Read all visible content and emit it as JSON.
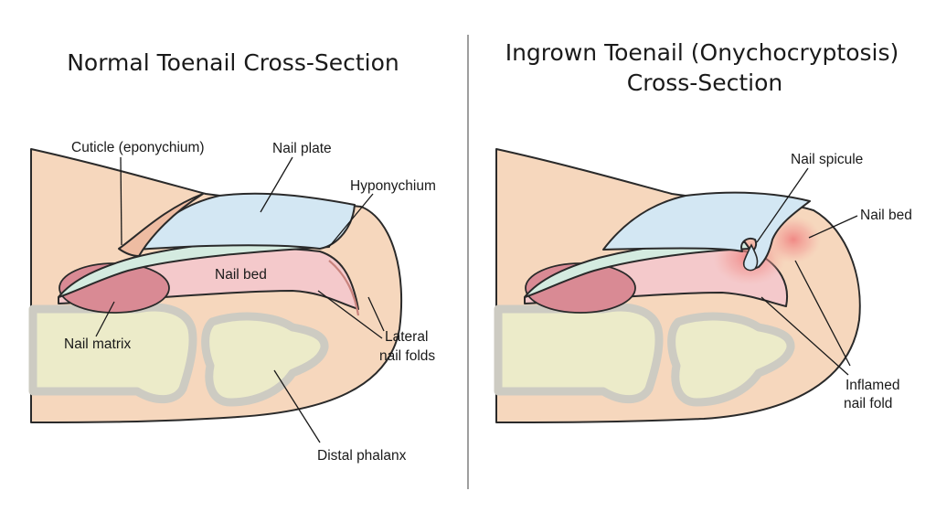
{
  "panels": {
    "normal": {
      "title": "Normal Toenail Cross-Section",
      "labels": {
        "cuticle": "Cuticle (eponychium)",
        "nail_plate": "Nail plate",
        "hyponychium": "Hyponychium",
        "nail_bed": "Nail bed",
        "nail_matrix": "Nail matrix",
        "lateral_line1": "Lateral",
        "lateral_line2": "nail folds",
        "distal_phalanx": "Distal phalanx"
      }
    },
    "ingrown": {
      "title_line1": "Ingrown Toenail (Onychocryptosis)",
      "title_line2": "Cross-Section",
      "labels": {
        "nail_spicule": "Nail spicule",
        "nail_bed": "Nail bed",
        "inflamed_line1": "Inflamed",
        "inflamed_line2": "nail fold"
      }
    }
  },
  "colors": {
    "skin": "#f6d7bd",
    "nail_plate": "#d3e7f3",
    "nail_bed": "#f4c9cb",
    "matrix": "#d98a94",
    "bone": "#ecebc9",
    "bone_edge": "#cfcdc4",
    "inflamed": "#ef8a8a"
  }
}
